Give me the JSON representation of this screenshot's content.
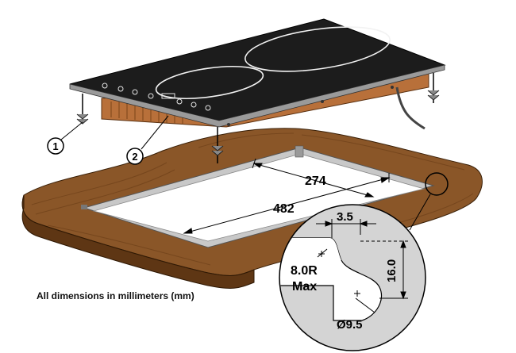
{
  "callouts": [
    {
      "label": "1",
      "meaning": ""
    },
    {
      "label": "2",
      "meaning": ""
    }
  ],
  "dimensions": {
    "cutout_depth": "274",
    "cutout_width": "482",
    "corner_offset": "3.5",
    "notch_depth": "16.0",
    "corner_radius_line1": "8.0R",
    "corner_radius_line2": "Max",
    "hole_diameter": "Ø9.5"
  },
  "note": "All dimensions in millimeters (mm)",
  "colors": {
    "wood": "#8a5628",
    "wood_dark": "#5e3614",
    "cutout_wall": "#c8c8c8",
    "glass_top": "#1c1c1c",
    "detail_circle": "#d4d4d4",
    "burner_ring": "#f2f2f2",
    "copper_base": "#b8703a"
  }
}
